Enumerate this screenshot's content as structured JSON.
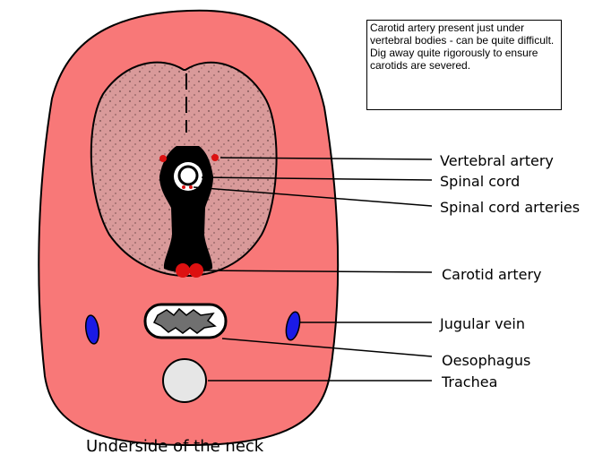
{
  "note": "Carotid artery present just under vertebral bodies - can be quite difficult. Dig away quite rigorously to ensure carotids are severed.",
  "labels": {
    "vertebral_artery": "Vertebral artery",
    "spinal_cord": "Spinal cord",
    "spinal_cord_arteries": "Spinal cord arteries",
    "carotid_artery": "Carotid artery",
    "jugular_vein": "Jugular vein",
    "oesophagus": "Oesophagus",
    "trachea": "Trachea"
  },
  "caption": "Underside of the neck",
  "colors": {
    "neck_outer": "#f87878",
    "muscle": "#d99a9a",
    "vertebra": "#000000",
    "artery": "#dd1111",
    "vein": "#1a1ae6",
    "trachea": "#e6e6e6",
    "oesophagus_lumen": "#707070"
  }
}
